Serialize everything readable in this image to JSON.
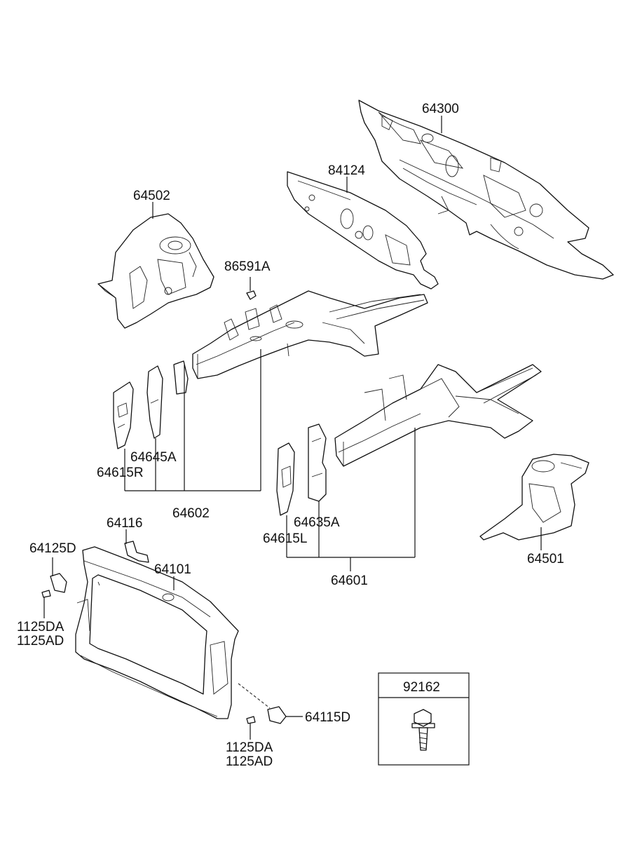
{
  "labels": {
    "p64300": "64300",
    "p84124": "84124",
    "p64502": "64502",
    "p86591A": "86591A",
    "p64645A": "64645A",
    "p64615R": "64615R",
    "p64602": "64602",
    "p64635A": "64635A",
    "p64615L": "64615L",
    "p64601": "64601",
    "p64501": "64501",
    "p64116": "64116",
    "p64125D": "64125D",
    "p64101": "64101",
    "p1125DA_a": "1125DA",
    "p1125AD_a": "1125AD",
    "p1125DA_b": "1125DA",
    "p1125AD_b": "1125AD",
    "p64115D": "64115D",
    "p92162": "92162"
  }
}
